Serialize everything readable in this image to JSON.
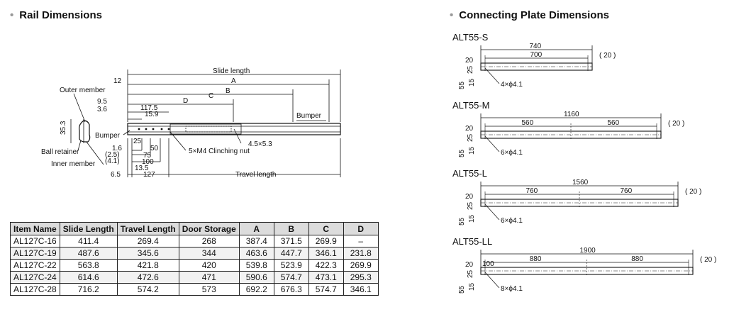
{
  "sections": {
    "rail": "Rail Dimensions",
    "plate": "Connecting Plate Dimensions"
  },
  "rail_labels": {
    "slide_length": "Slide length",
    "a": "A",
    "b": "B",
    "c": "C",
    "d": "D",
    "outer_member": "Outer member",
    "bumper_left": "Bumper",
    "bumper_right": "Bumper",
    "ball_retainer": "Ball retainer",
    "inner_member": "Inner member",
    "clinch": "5×M4 Clinching nut",
    "travel_length": "Travel length",
    "slot": "4.5×5.3",
    "dim_12": "12",
    "dim_9_5": "9.5",
    "dim_3_6": "3.6",
    "dim_117_5": "117.5",
    "dim_15_9": "15.9",
    "dim_35_3": "35.3",
    "dim_25": "25",
    "dim_1_6": "1.6",
    "dim_2_5": "(2.5)",
    "dim_4_1": "(4.1)",
    "dim_50": "50",
    "dim_75": "75",
    "dim_100": "100",
    "dim_13_5": "13.5",
    "dim_6_5": "6.5",
    "dim_127": "127"
  },
  "plates": [
    {
      "name": "ALT55-S",
      "overall": "740",
      "pitch": [
        "700"
      ],
      "offset": "",
      "right": "( 20 )",
      "holes": "4×ϕ4.1"
    },
    {
      "name": "ALT55-M",
      "overall": "1160",
      "pitch": [
        "560",
        "560"
      ],
      "offset": "",
      "right": "( 20 )",
      "holes": "6×ϕ4.1"
    },
    {
      "name": "ALT55-L",
      "overall": "1560",
      "pitch": [
        "760",
        "760"
      ],
      "offset": "",
      "right": "( 20 )",
      "holes": "6×ϕ4.1"
    },
    {
      "name": "ALT55-LL",
      "overall": "1900",
      "pitch": [
        "880",
        "880"
      ],
      "offset": "100",
      "right": "( 20 )",
      "holes": "8×ϕ4.1"
    }
  ],
  "plate_dims": {
    "d20": "20",
    "d25": "25",
    "d55": "55",
    "d15": "15"
  },
  "table": {
    "headers": [
      "Item Name",
      "Slide Length",
      "Travel Length",
      "Door Storage",
      "A",
      "B",
      "C",
      "D"
    ],
    "rows": [
      [
        "AL127C-16",
        "411.4",
        "269.4",
        "268",
        "387.4",
        "371.5",
        "269.9",
        "–"
      ],
      [
        "AL127C-19",
        "487.6",
        "345.6",
        "344",
        "463.6",
        "447.7",
        "346.1",
        "231.8"
      ],
      [
        "AL127C-22",
        "563.8",
        "421.8",
        "420",
        "539.8",
        "523.9",
        "422.3",
        "269.9"
      ],
      [
        "AL127C-24",
        "614.6",
        "472.6",
        "471",
        "590.6",
        "574.7",
        "473.1",
        "295.3"
      ],
      [
        "AL127C-28",
        "716.2",
        "574.2",
        "573",
        "692.2",
        "676.3",
        "574.7",
        "346.1"
      ]
    ]
  }
}
